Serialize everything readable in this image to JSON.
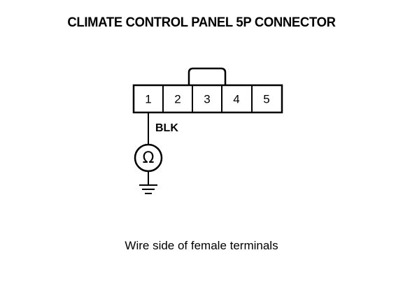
{
  "title": "CLIMATE CONTROL PANEL 5P CONNECTOR",
  "connector": {
    "pins": [
      "1",
      "2",
      "3",
      "4",
      "5"
    ]
  },
  "wire_label": "BLK",
  "meter_symbol": "Ω",
  "caption": "Wire side of female terminals"
}
